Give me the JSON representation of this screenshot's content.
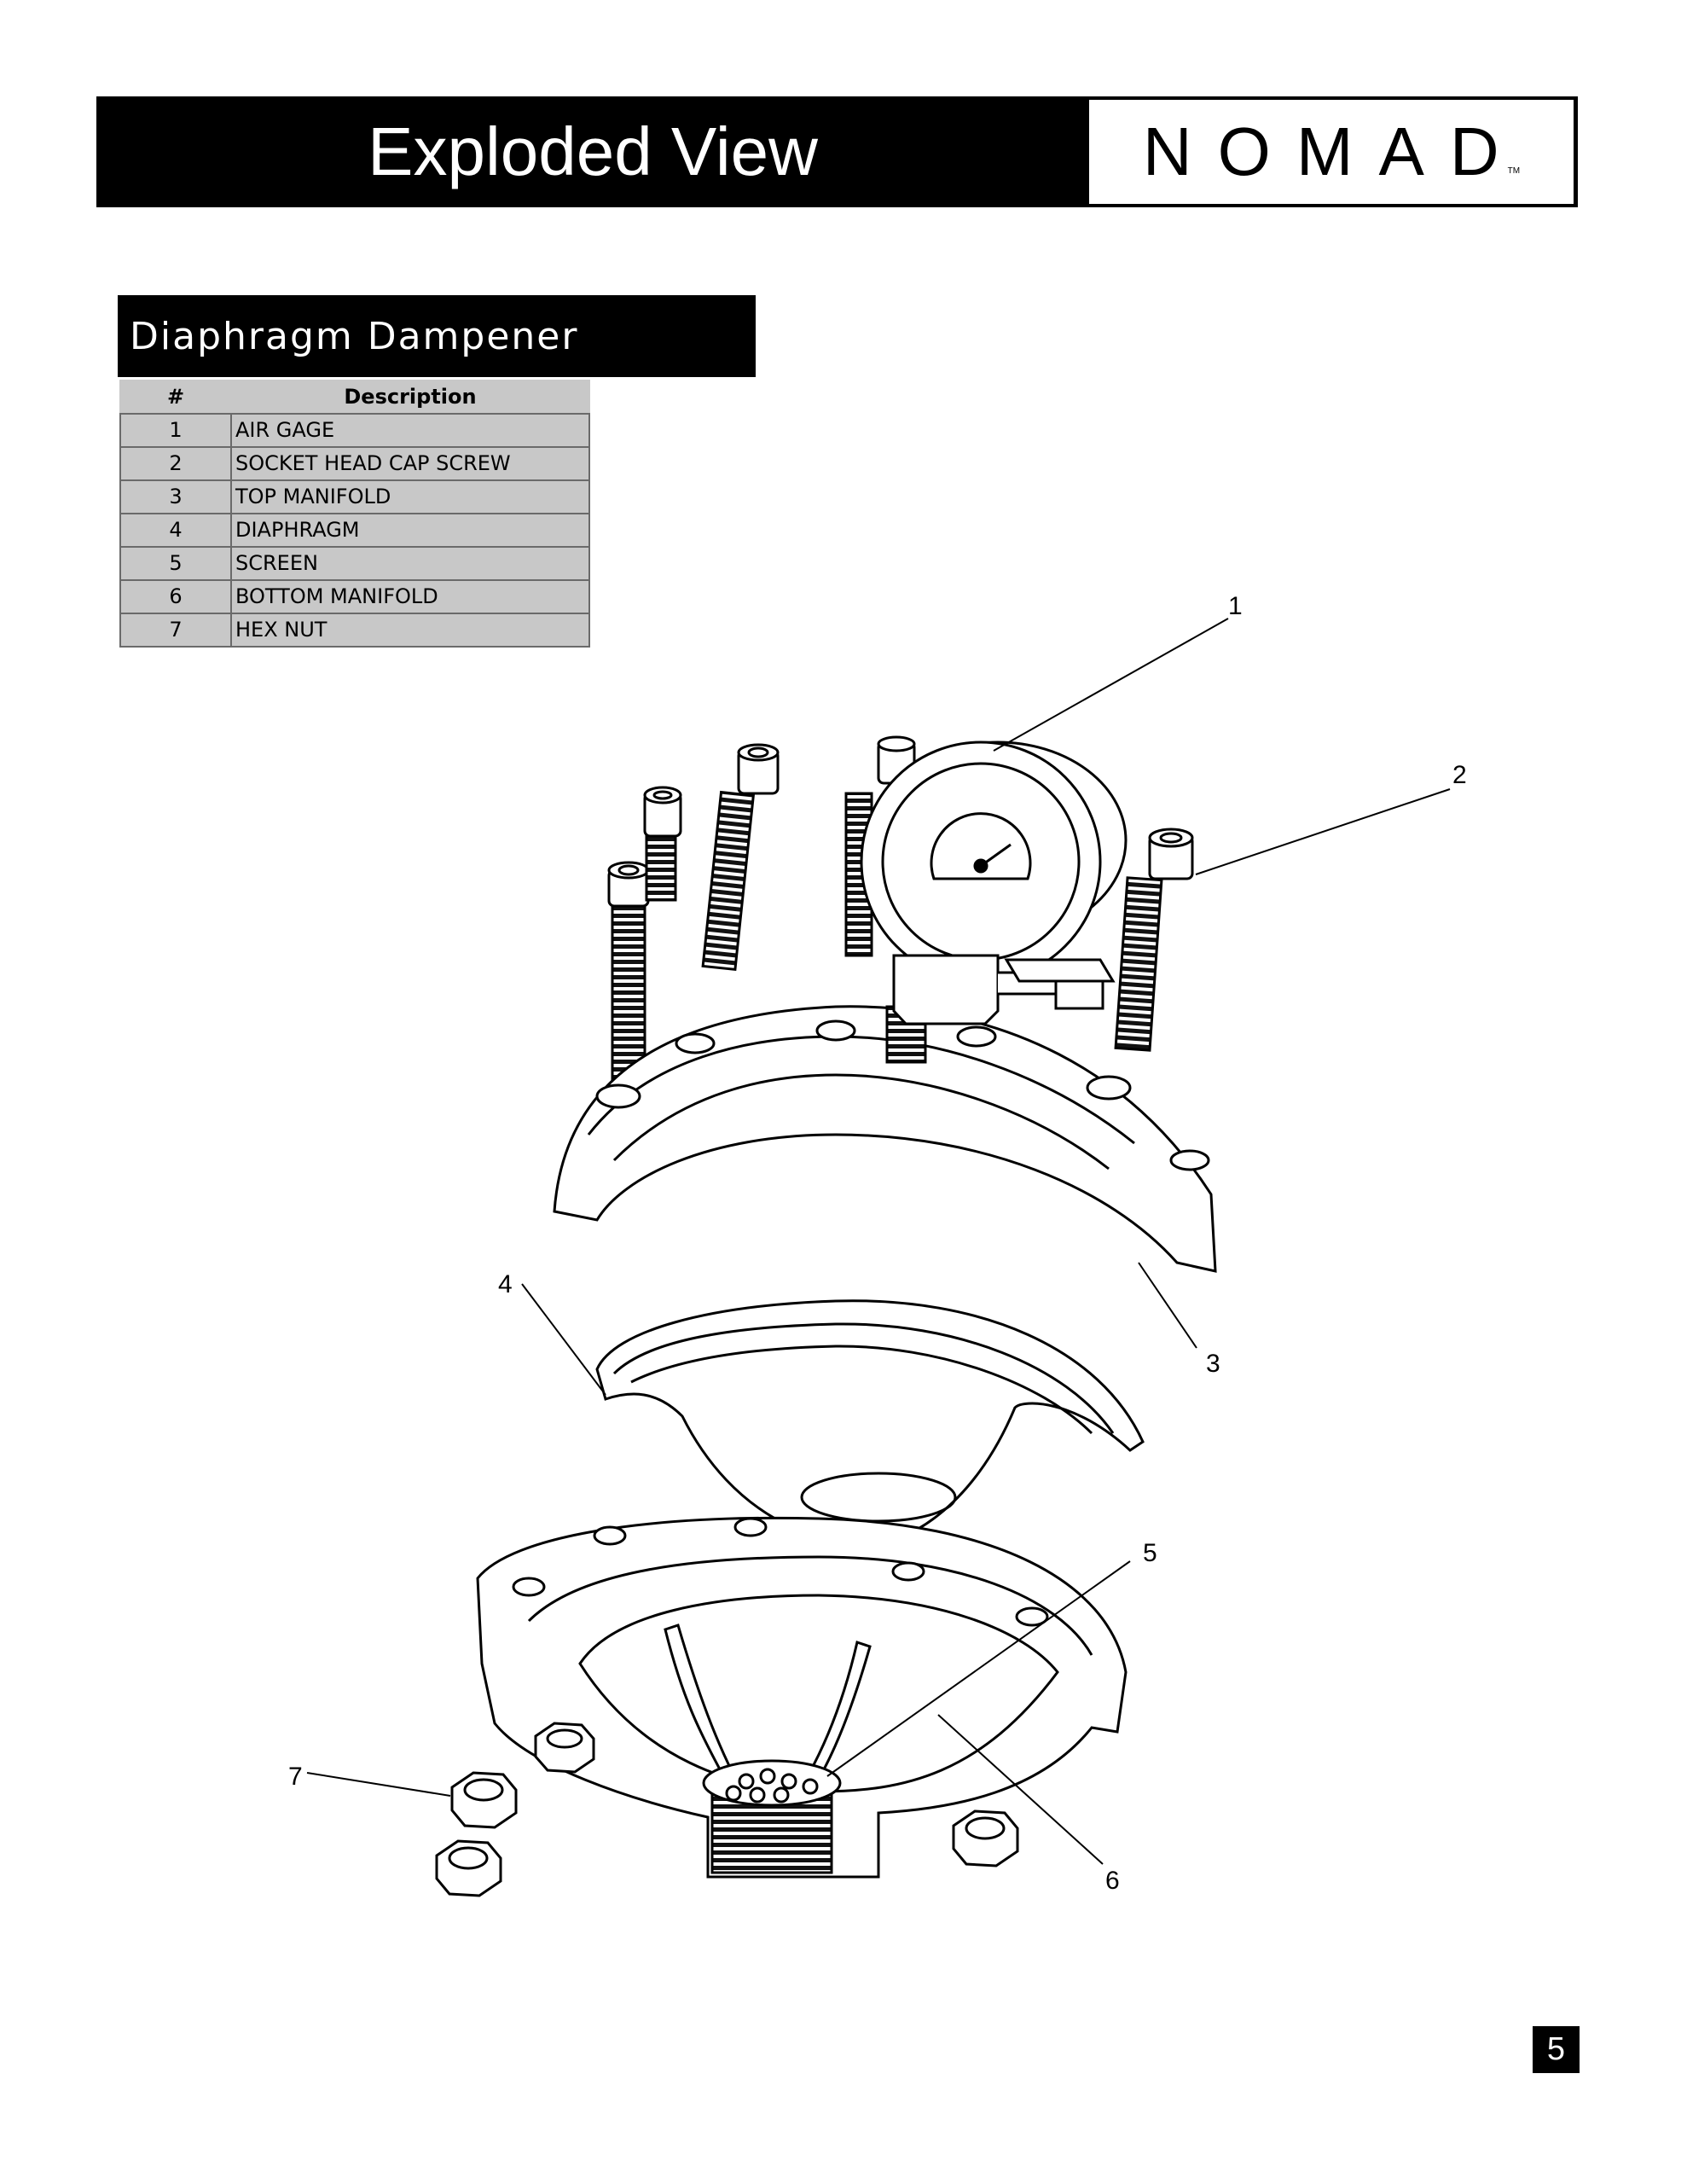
{
  "header": {
    "title": "Exploded View",
    "logo": {
      "text": "NOMAD",
      "tm": "TM"
    }
  },
  "section": {
    "title": "Diaphragm Dampener"
  },
  "parts_table": {
    "headers": [
      "#",
      "Description"
    ],
    "rows": [
      {
        "num": "1",
        "desc": "AIR GAGE"
      },
      {
        "num": "2",
        "desc": "SOCKET HEAD CAP SCREW"
      },
      {
        "num": "3",
        "desc": "TOP MANIFOLD"
      },
      {
        "num": "4",
        "desc": "DIAPHRAGM"
      },
      {
        "num": "5",
        "desc": "SCREEN"
      },
      {
        "num": "6",
        "desc": "BOTTOM MANIFOLD"
      },
      {
        "num": "7",
        "desc": "HEX NUT"
      }
    ]
  },
  "callouts": [
    "1",
    "2",
    "3",
    "4",
    "5",
    "6",
    "7"
  ],
  "page_number": "5"
}
